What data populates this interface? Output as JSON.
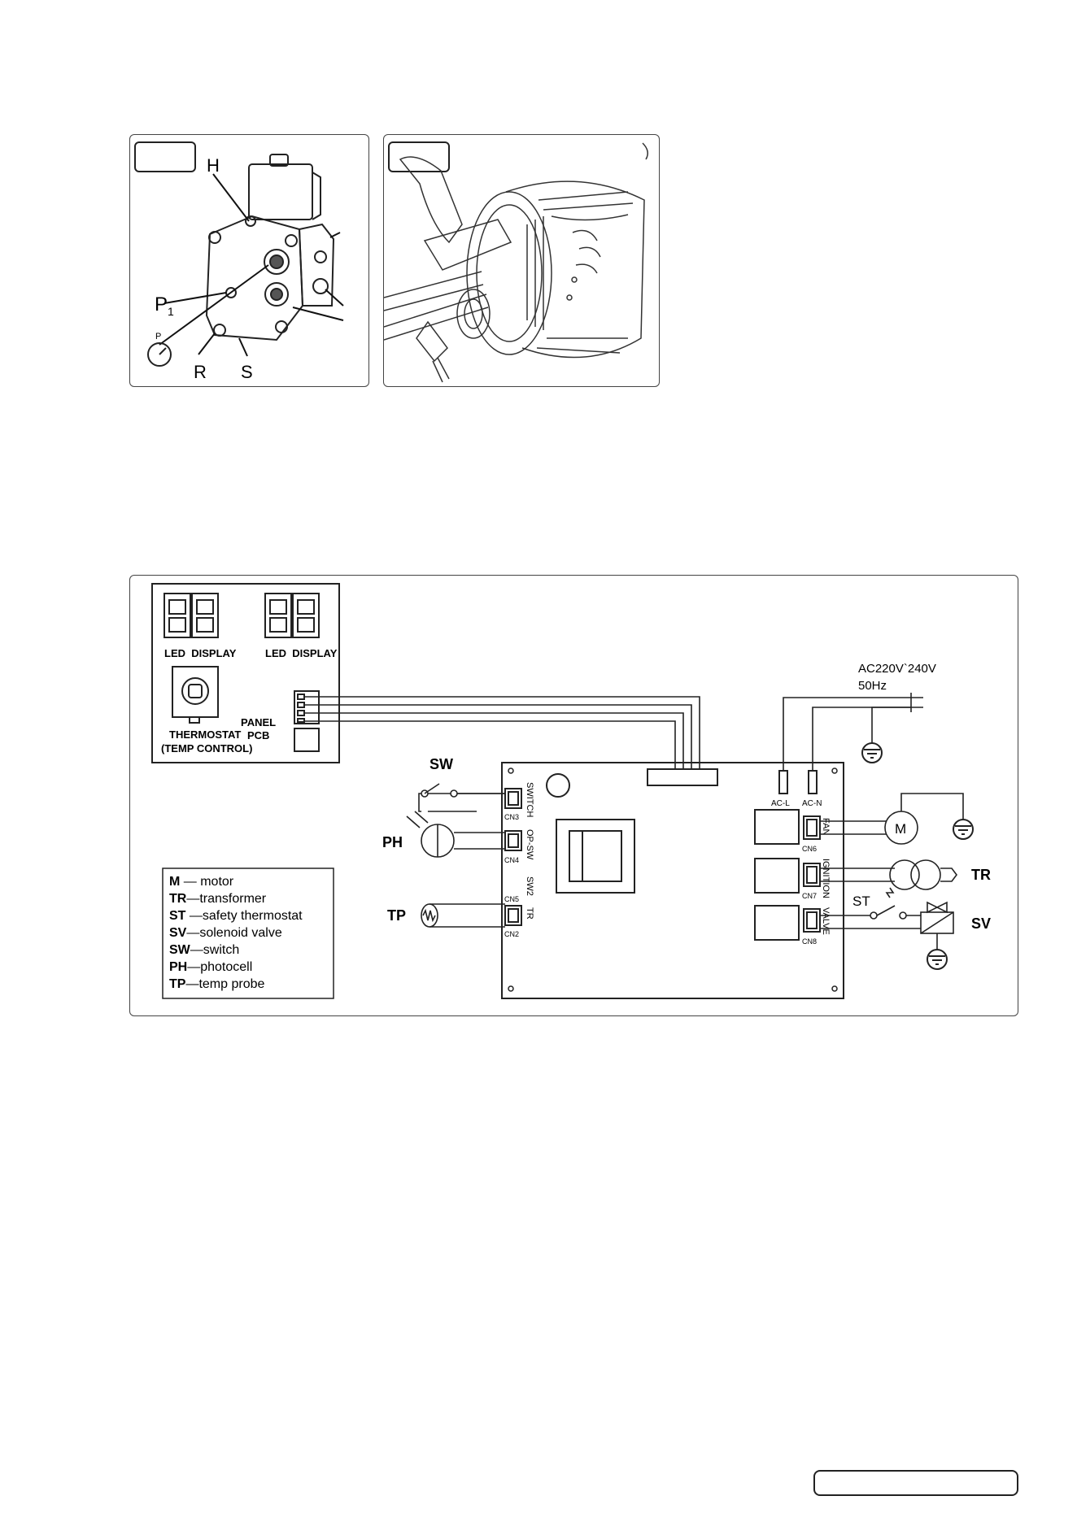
{
  "fig_pump": {
    "labels": {
      "h": "H",
      "p1_main": "P",
      "p1_sub": "1",
      "gauge_p": "P",
      "r": "R",
      "s": "S"
    }
  },
  "wiring": {
    "power": {
      "voltage": "AC220V`240V",
      "frequency": "50Hz"
    },
    "panel": {
      "led1": "LED  DISPLAY",
      "led2": "LED  DISPLAY",
      "thermostat_line1": "THERMOSTAT",
      "thermostat_line2": "(TEMP CONTROL)",
      "pcb_line1": "PANEL",
      "pcb_line2": "PCB"
    },
    "board": {
      "ac_l": "AC-L",
      "ac_n": "AC-N",
      "cn3": "CN3",
      "switch": "SWITCH",
      "cn4": "CN4",
      "op_sw": "OP-SW",
      "sw2": "SW2",
      "cn5": "CN5",
      "tr": "TR",
      "cn2": "CN2",
      "cn6": "CN6",
      "fan": "FAN",
      "cn7": "CN7",
      "ignition": "IGNITION",
      "cn8": "CN8",
      "valve": "VALVE"
    },
    "components": {
      "sw": "SW",
      "ph": "PH",
      "tp": "TP",
      "m": "M",
      "tr": "TR",
      "st": "ST",
      "sv": "SV"
    },
    "legend": [
      {
        "code": "M",
        "sep": " — ",
        "desc": "motor"
      },
      {
        "code": "TR",
        "sep": "—",
        "desc": "transformer"
      },
      {
        "code": "ST",
        "sep": " —",
        "desc": "safety thermostat"
      },
      {
        "code": "SV",
        "sep": "—",
        "desc": "solenoid valve"
      },
      {
        "code": "SW",
        "sep": "—",
        "desc": "switch"
      },
      {
        "code": "PH",
        "sep": "—",
        "desc": "photocell"
      },
      {
        "code": "TP",
        "sep": "—",
        "desc": "temp probe"
      }
    ]
  }
}
